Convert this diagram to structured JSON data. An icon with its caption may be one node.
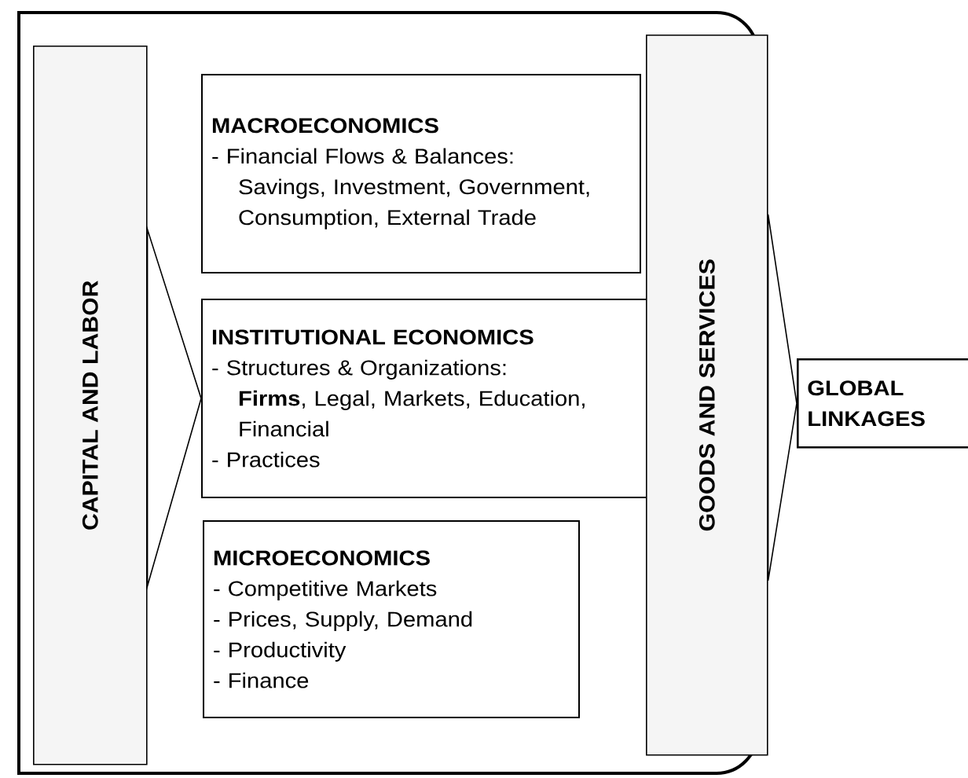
{
  "diagram": {
    "nodes": [
      {
        "text": [],
        "shape": "box"
      },
      {
        "text": [
          "CAPITAL AND LABOR"
        ],
        "in": 0
      },
      {
        "text": [
          "MACROECONOMICS",
          "- Financial Flows & Balances:",
          "Savings, Investment, Government, Consumption, External Trade"
        ],
        "in": 0
      },
      {
        "text": [
          "INSTITUTIONAL ECONOMICS",
          "- Structures & Organizations:",
          "**Firms**, Legal, Markets, Education, Financial",
          "- Practices"
        ],
        "in": 0
      },
      {
        "text": [
          "MICROECONOMICS",
          "- Competitive Markets",
          "- Prices, Supply, Demand",
          "- Productivity",
          "- Finance"
        ],
        "in": 0
      },
      {
        "text": [
          "GOODS AND SERVICES"
        ],
        "in": 0
      },
      {
        "text": [
          "GLOBAL LINKAGES"
        ]
      }
    ],
    "edges": [
      {
        "from": 1,
        "to": 3,
        "arrow": "to"
      },
      {
        "from": 5,
        "to": 6,
        "arrow": "to"
      }
    ]
  }
}
